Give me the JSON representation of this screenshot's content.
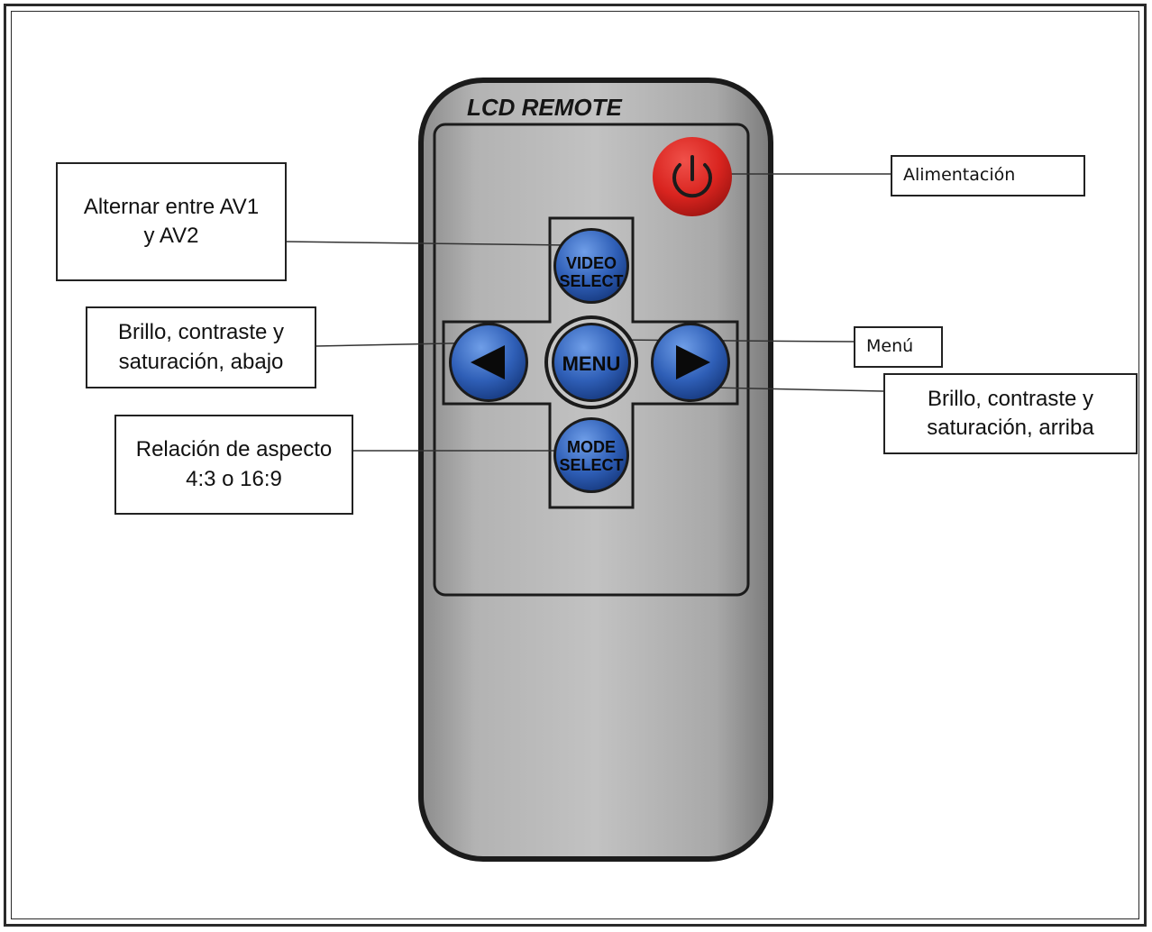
{
  "remote": {
    "brand_label": "LCD REMOTE",
    "buttons": {
      "power_color": "#d9241f",
      "nav_color": "#2f5fb7",
      "video_select_line1": "VIDEO",
      "video_select_line2": "SELECT",
      "menu": "MENU",
      "mode_select_line1": "MODE",
      "mode_select_line2": "SELECT"
    },
    "body_color": "#a9a9a9"
  },
  "callouts": {
    "power": "Alimentación",
    "video_line1": "Alternar entre AV1",
    "video_line2": "y AV2",
    "left_line1": "Brillo, contraste y",
    "left_line2": "saturación, abajo",
    "aspect_line1": "Relación de aspecto",
    "aspect_line2": "4:3 o 16:9",
    "menu": "Menú",
    "right_line1": "Brillo, contraste y",
    "right_line2": "saturación, arriba"
  }
}
